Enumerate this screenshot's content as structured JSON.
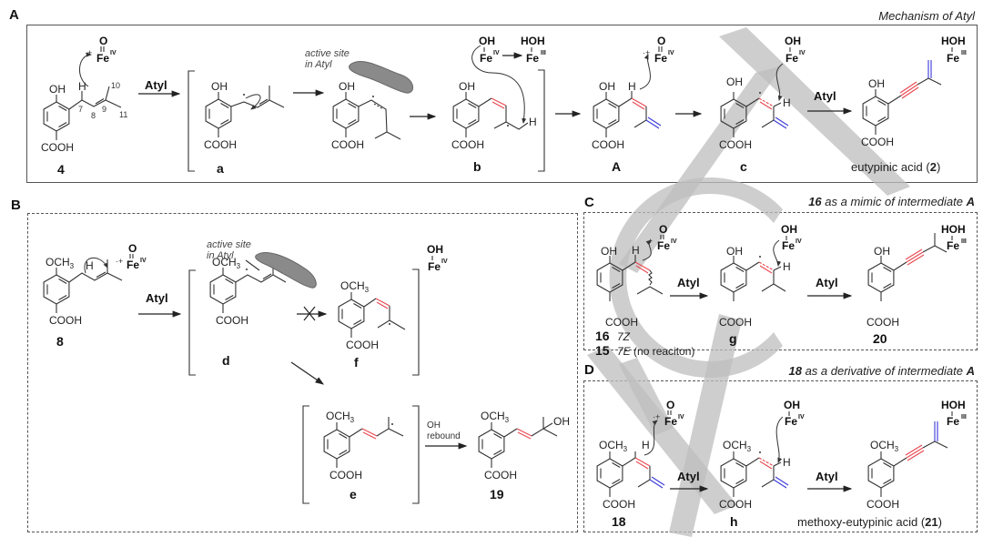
{
  "figure": {
    "panels": {
      "A": {
        "letter": "A",
        "title": "Mechanism of Atyl"
      },
      "B": {
        "letter": "B"
      },
      "C": {
        "letter": "C",
        "title_bold": "16",
        "title_rest": " as a mimic of intermediate ",
        "title_end": "A"
      },
      "D": {
        "letter": "D",
        "title_bold": "18",
        "title_rest": " as a derivative of intermediate ",
        "title_end": "A"
      }
    },
    "common": {
      "enzyme": "Atyl",
      "oh": "OH",
      "och3": "OCH",
      "sub3": "3",
      "cooh": "COOH",
      "h": "H",
      "fe": "Fe",
      "o": "O",
      "hoh": "HOH",
      "iv": "IV",
      "iii": "III",
      "radical_cation": "·+",
      "active_site_1": "active site",
      "active_site_2": "in Atyl"
    },
    "panel_a": {
      "labels": [
        "4",
        "a",
        "b",
        "A",
        "c"
      ],
      "product_name": "eutypinic acid (",
      "product_num": "2",
      "product_close": ")",
      "atom_numbers": [
        "7",
        "8",
        "9",
        "10",
        "11"
      ]
    },
    "panel_b": {
      "labels": [
        "8",
        "d",
        "f",
        "e",
        "19"
      ],
      "rebound_1": "OH",
      "rebound_2": "rebound",
      "oh_product": "OH"
    },
    "panel_c": {
      "labels": [
        "16",
        "g",
        "20",
        "15"
      ],
      "iso_16": "7Z",
      "iso_15": "7E",
      "no_reaction": " (no reaciton)"
    },
    "panel_d": {
      "labels": [
        "18",
        "h"
      ],
      "product_name": "methoxy-eutypinic acid (",
      "product_num": "21",
      "product_close": ")"
    }
  }
}
